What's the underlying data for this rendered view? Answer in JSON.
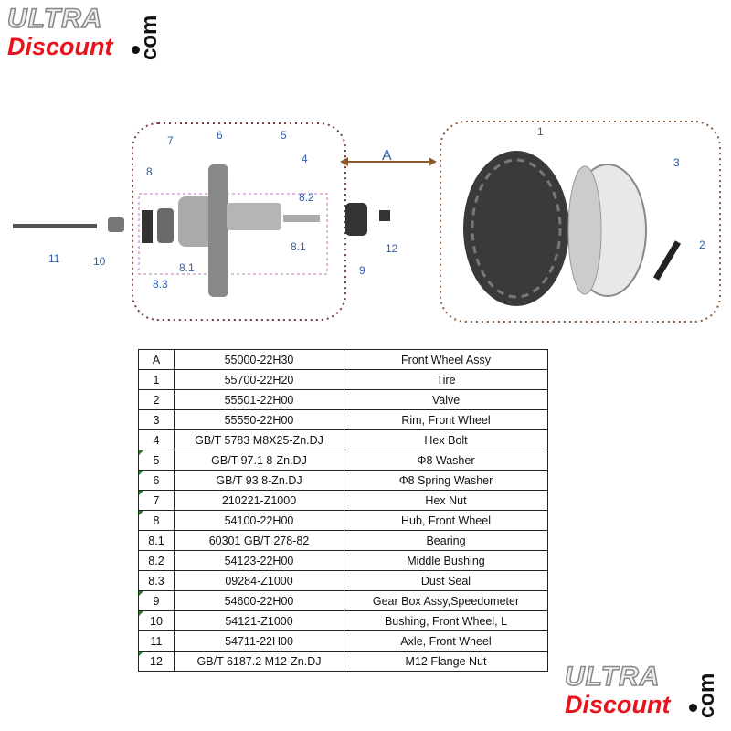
{
  "logo": {
    "ultra": "ULTRA",
    "discount": "Discount",
    "com": "com"
  },
  "diagram": {
    "assembly_label": "A",
    "callouts": [
      "1",
      "2",
      "3",
      "4",
      "5",
      "6",
      "7",
      "8",
      "8.1",
      "8.2",
      "8.3",
      "9",
      "10",
      "11",
      "12",
      "8.1"
    ]
  },
  "parts_table": {
    "rows": [
      {
        "ref": "A",
        "part_no": "55000-22H30",
        "desc": "Front Wheel Assy",
        "mark": false
      },
      {
        "ref": "1",
        "part_no": "55700-22H20",
        "desc": "Tire",
        "mark": false
      },
      {
        "ref": "2",
        "part_no": "55501-22H00",
        "desc": "Valve",
        "mark": false
      },
      {
        "ref": "3",
        "part_no": "55550-22H00",
        "desc": "Rim, Front Wheel",
        "mark": false
      },
      {
        "ref": "4",
        "part_no": "GB/T 5783 M8X25-Zn.DJ",
        "desc": "Hex Bolt",
        "mark": false
      },
      {
        "ref": "5",
        "part_no": "GB/T  97.1 8-Zn.DJ",
        "desc": "Φ8 Washer",
        "mark": true
      },
      {
        "ref": "6",
        "part_no": "GB/T 93 8-Zn.DJ",
        "desc": "Φ8 Spring Washer",
        "mark": true
      },
      {
        "ref": "7",
        "part_no": "210221-Z1000",
        "desc": "Hex Nut",
        "mark": true
      },
      {
        "ref": "8",
        "part_no": "54100-22H00",
        "desc": "Hub, Front Wheel",
        "mark": true
      },
      {
        "ref": "8.1",
        "part_no": "60301 GB/T 278-82",
        "desc": "Bearing",
        "mark": false
      },
      {
        "ref": "8.2",
        "part_no": "54123-22H00",
        "desc": "Middle Bushing",
        "mark": false
      },
      {
        "ref": "8.3",
        "part_no": "09284-Z1000",
        "desc": "Dust Seal",
        "mark": false
      },
      {
        "ref": "9",
        "part_no": "54600-22H00",
        "desc": "Gear Box Assy,Speedometer",
        "mark": true
      },
      {
        "ref": "10",
        "part_no": "54121-Z1000",
        "desc": "Bushing, Front Wheel, L",
        "mark": true
      },
      {
        "ref": "11",
        "part_no": "54711-22H00",
        "desc": "Axle, Front Wheel",
        "mark": false
      },
      {
        "ref": "12",
        "part_no": "GB/T 6187.2 M12-Zn.DJ",
        "desc": "M12 Flange Nut",
        "mark": true
      }
    ]
  }
}
